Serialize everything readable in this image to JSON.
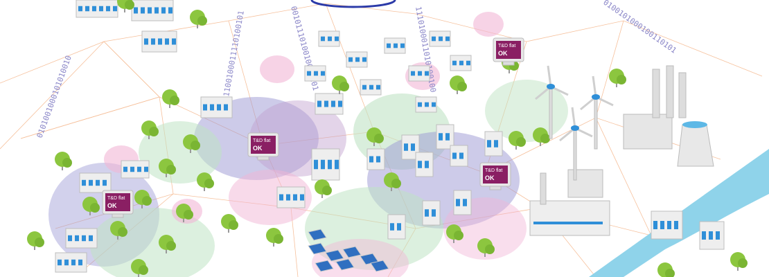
{
  "illustration": {
    "monitors": [
      {
        "caption": "T&D flat",
        "status": "OK"
      },
      {
        "caption": "T&D flat",
        "status": "OK"
      },
      {
        "caption": "T&D flat",
        "status": "OK"
      },
      {
        "caption": "T&D flat",
        "status": "OK"
      }
    ],
    "binary_streams": [
      "0101001000101010010",
      "1100100011110100101",
      "0010111010010001101",
      "1110100011010100100",
      "0100101000100110101"
    ],
    "colors": {
      "purple_zone": "#9c98d4",
      "green_zone": "#bfe3c4",
      "pink_zone": "#f2b6d6",
      "tree": "#8cc63f",
      "building_window": "#2f8fd8",
      "monitor_screen": "#8a1f63",
      "river": "#8fd3ea",
      "grid_line": "#f4b183"
    }
  }
}
